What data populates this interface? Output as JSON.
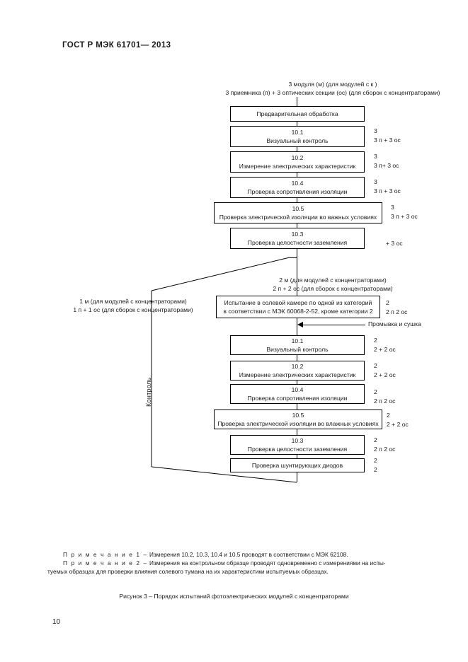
{
  "document": {
    "standard_header": "ГОСТ Р МЭК  61701— 2013",
    "page_number": "10",
    "figure_caption": "Рисунок 3 – Порядок испытаний фотоэлектрических модулей с концентраторами"
  },
  "diagram": {
    "top_header": {
      "line1": "3 модуля (м) (для модулей с к                        )",
      "line2": "3 приемника (п) + 3 оптических секции (ос) (для сборок с концентраторами)"
    },
    "mid_header": {
      "line1": "2 м (для модулей с концентраторами)",
      "line2": "2 п + 2 ос (для сборок с концентраторами)"
    },
    "left_header": {
      "line1": "1 м (для модулей с концентраторами)",
      "line2": "1 п + 1 ос (для сборок с концентраторами)"
    },
    "control_label": "Контроль",
    "wash_label": "Промывка и сушка",
    "upper_stage": [
      {
        "number": "",
        "title": "Предварительная обработка",
        "ann_top": "",
        "ann_bottom": ""
      },
      {
        "number": "10.1",
        "title": "Визуальный контроль",
        "ann_top": "3",
        "ann_bottom": "3 п + 3 ос"
      },
      {
        "number": "10.2",
        "title": "Измерение электрических характеристик",
        "ann_top": "3",
        "ann_bottom": "3 п+ 3 ос"
      },
      {
        "number": "10.4",
        "title": "Проверка сопротивления изоляции",
        "ann_top": "3",
        "ann_bottom": "3 п + 3 ос"
      },
      {
        "number": "10.5",
        "title": "Проверка электрической изоляции во важных условиях",
        "ann_top": "3",
        "ann_bottom": "3 п + 3 ос"
      },
      {
        "number": "10.3",
        "title": "Проверка целостности заземления",
        "ann_top": "",
        "ann_bottom": "+ 3 ос"
      }
    ],
    "salt_box": {
      "line1": "Испытание в солевой камере по одной из категорий",
      "line2": "в соответствии с МЭК 60068-2-52, кроме категории 2",
      "ann_top": "2",
      "ann_bottom": "2 п    2 ос"
    },
    "lower_stage": [
      {
        "number": "10.1",
        "title": "Визуальный контроль",
        "ann_top": "2",
        "ann_bottom": "2    + 2 ос"
      },
      {
        "number": "10.2",
        "title": "Измерение электрических характеристик",
        "ann_top": "2",
        "ann_bottom": "2    + 2 ос"
      },
      {
        "number": "10.4",
        "title": "Проверка сопротивления изоляции",
        "ann_top": "2",
        "ann_bottom": "2 п    2 ос"
      },
      {
        "number": "10.5",
        "title": "Проверка электрической изоляции во влажных условиях",
        "ann_top": "2",
        "ann_bottom": "2    + 2 ос"
      },
      {
        "number": "10.3",
        "title": "Проверка целостности заземления",
        "ann_top": "2",
        "ann_bottom": "2 п    2 ос"
      },
      {
        "number": "",
        "title": "Проверка шунтирующих диодов",
        "ann_top": "2",
        "ann_bottom": "2"
      }
    ]
  },
  "notes": {
    "note1_lead": "П р и м е ч а н и е  1 –",
    "note1_text": " Измерения 10.2, 10.3, 10.4 и 10.5 проводят в соответствии с МЭК 62108.",
    "note2_lead": "П р и м е ч а н и е  2 –",
    "note2_text": " Измерения на контрольном образце проводят одновременно с измерениями на испы-",
    "note2_text_cont": "туемых образцах для проверки влияния солевого тумана на их характеристики испытуемых образцах."
  }
}
